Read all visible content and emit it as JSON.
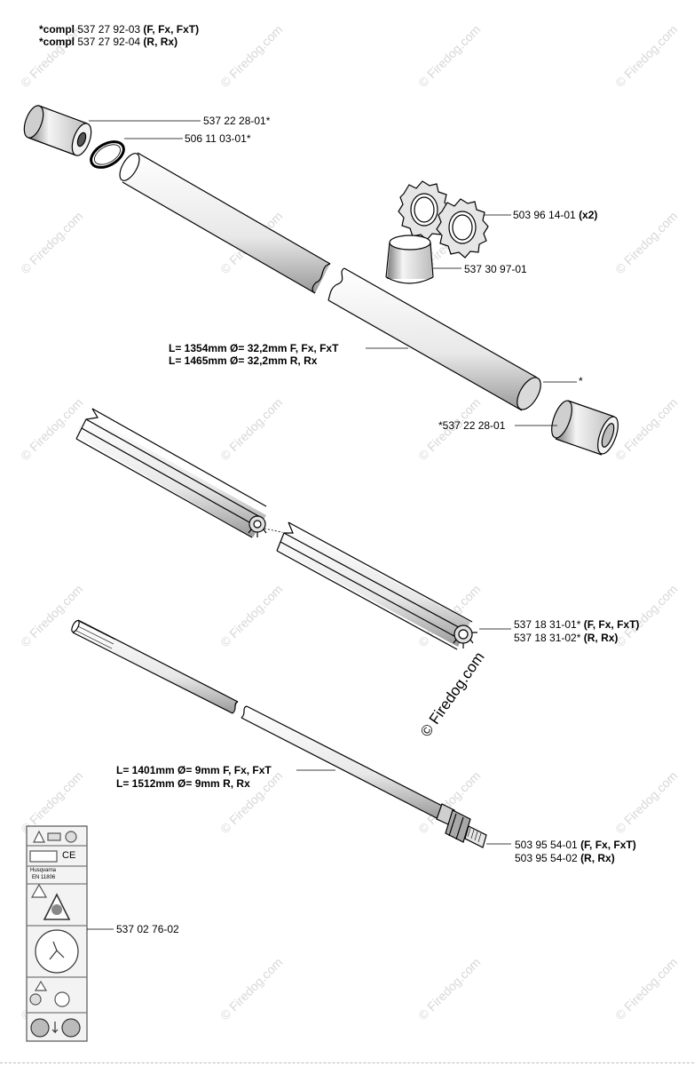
{
  "header": {
    "line1_bold": "*compl",
    "line1_num": " 537 27 92-03 ",
    "line1_tag": "(F, Fx, FxT)",
    "line2_bold": "*compl",
    "line2_num": " 537 27 92-04 ",
    "line2_tag": "(R, Rx)"
  },
  "parts": {
    "bushing_top": "537 22 28-01*",
    "ring": "506 11 03-01*",
    "stars_num": "503 96 14-01 ",
    "stars_qty": "(x2)",
    "sleeve": "537 30 97-01",
    "tube_len1": "L= 1354mm Ø= 32,2mm F, Fx, FxT",
    "tube_len2": "L= 1465mm Ø= 32,2mm R, Rx",
    "asterisk": "*",
    "bushing_bottom": "*537 22 28-01",
    "liner_num1": "537 18 31-01* ",
    "liner_tag1": "(F, Fx, FxT)",
    "liner_num2": "537 18 31-02*  ",
    "liner_tag2": "(R, Rx)",
    "shaft_len1": "L= 1401mm Ø= 9mm F, Fx, FxT",
    "shaft_len2": "L= 1512mm Ø= 9mm R, Rx",
    "shaft_num1": "503 95 54-01 ",
    "shaft_tag1": "(F, Fx, FxT)",
    "shaft_num2": "503 95 54-02 ",
    "shaft_tag2": "(R, Rx)",
    "decal": "537 02 76-02"
  },
  "decal_text": {
    "ce": "CE",
    "model": "Husqvarna",
    "standard": "EN 11806"
  },
  "watermark": {
    "small": "© Firedog.com",
    "big": "© Firedog.com"
  }
}
